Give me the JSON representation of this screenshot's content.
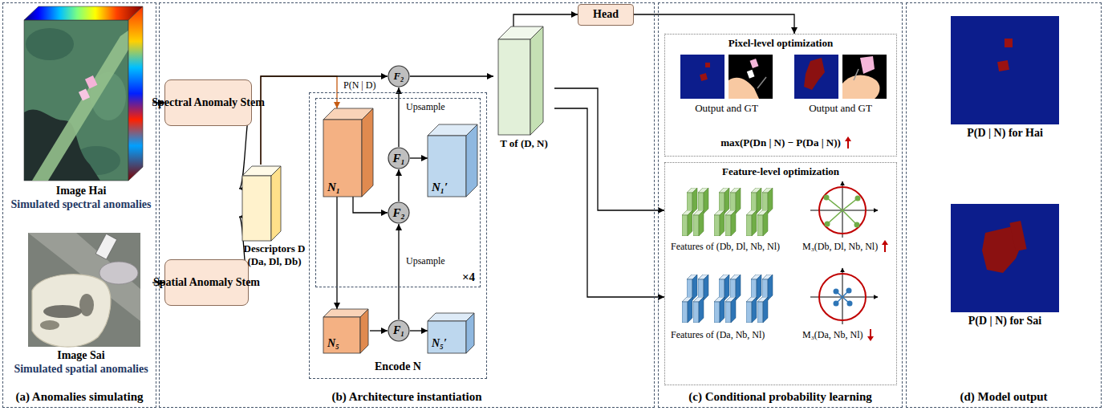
{
  "diagram": {
    "nodes": [
      {
        "text": [
          "(a) Anomalies simulating"
        ]
      },
      {
        "text": [
          "Image Hai",
          "Simulated spectral anomalies"
        ],
        "in": 0
      },
      {
        "text": [
          "Image Sai",
          "Simulated spatial anomalies"
        ],
        "in": 0
      },
      {
        "text": [
          "(b) Architecture instantiation"
        ]
      },
      {
        "text": [
          "Spectral Anomaly Stem"
        ],
        "in": 3
      },
      {
        "text": [
          "Spatial Anomaly Stem"
        ],
        "in": 3
      },
      {
        "text": [
          "Descriptors D",
          "(Da, Dl, Db)"
        ],
        "in": 3
      },
      {
        "text": [
          "Encode N"
        ],
        "in": 3
      },
      {
        "text": [
          "×4"
        ],
        "in": 7
      },
      {
        "text": [
          "N₁"
        ],
        "in": 8
      },
      {
        "text": [
          "N₁′"
        ],
        "in": 8
      },
      {
        "text": [
          "F₁"
        ],
        "in": 8
      },
      {
        "text": [
          "F₂"
        ],
        "in": 8
      },
      {
        "text": [
          "N₅"
        ],
        "in": 7
      },
      {
        "text": [
          "N₅′"
        ],
        "in": 7
      },
      {
        "text": [
          "F₁"
        ],
        "in": 7
      },
      {
        "text": [
          "F₂"
        ],
        "in": 3
      },
      {
        "text": [
          "T of (D, N)"
        ],
        "in": 3
      },
      {
        "text": [
          "Head"
        ],
        "in": 3
      },
      {
        "text": [
          "(c) Conditional probability learning"
        ]
      },
      {
        "text": [
          "Pixel-level optimization",
          "max(P(Dn | N) − P(Da | N))"
        ],
        "in": 19
      },
      {
        "text": [
          "Feature-level optimization"
        ],
        "in": 19
      },
      {
        "text": [
          "(d) Model output"
        ]
      },
      {
        "text": [
          "P(D | N) for Hai"
        ],
        "in": 22
      },
      {
        "text": [
          "P(D | N) for Sai"
        ],
        "in": 22
      }
    ],
    "edges": [
      {
        "from": 1,
        "to": 4,
        "arrow": "to"
      },
      {
        "from": 2,
        "to": 5,
        "arrow": "to"
      },
      {
        "from": 4,
        "to": 6,
        "arrow": "to"
      },
      {
        "from": 5,
        "to": 6,
        "arrow": "to"
      },
      {
        "from": 6,
        "to": 16,
        "arrow": "to"
      },
      {
        "from": 6,
        "to": 9,
        "label": "P(N | D)",
        "arrow": "to"
      },
      {
        "from": 9,
        "to": 13,
        "arrow": "to"
      },
      {
        "from": 9,
        "to": 12,
        "arrow": "to"
      },
      {
        "from": 13,
        "to": 15,
        "arrow": "to"
      },
      {
        "from": 15,
        "to": 14,
        "arrow": "to"
      },
      {
        "from": 15,
        "to": 12,
        "label": "Upsample",
        "arrow": "to"
      },
      {
        "from": 12,
        "to": 11,
        "arrow": "to"
      },
      {
        "from": 11,
        "to": 10,
        "arrow": "to"
      },
      {
        "from": 11,
        "to": 16,
        "label": "Upsample",
        "arrow": "to"
      },
      {
        "from": 16,
        "to": 17,
        "arrow": "to"
      },
      {
        "from": 17,
        "to": 18,
        "arrow": "to"
      },
      {
        "from": 18,
        "to": 20,
        "arrow": "to"
      },
      {
        "from": 17,
        "to": 21,
        "arrow": "to"
      },
      {
        "from": 17,
        "to": 21,
        "arrow": "to"
      }
    ],
    "labels": [
      "Output and GT",
      "Output and GT",
      "Features of (Db, Dl, Nb, Nl)",
      "M₃(Db, Dl, Nb, Nl)",
      "Features of (Da, Nb, Nl)",
      "M₃(Da, Nb, Nl)"
    ]
  }
}
